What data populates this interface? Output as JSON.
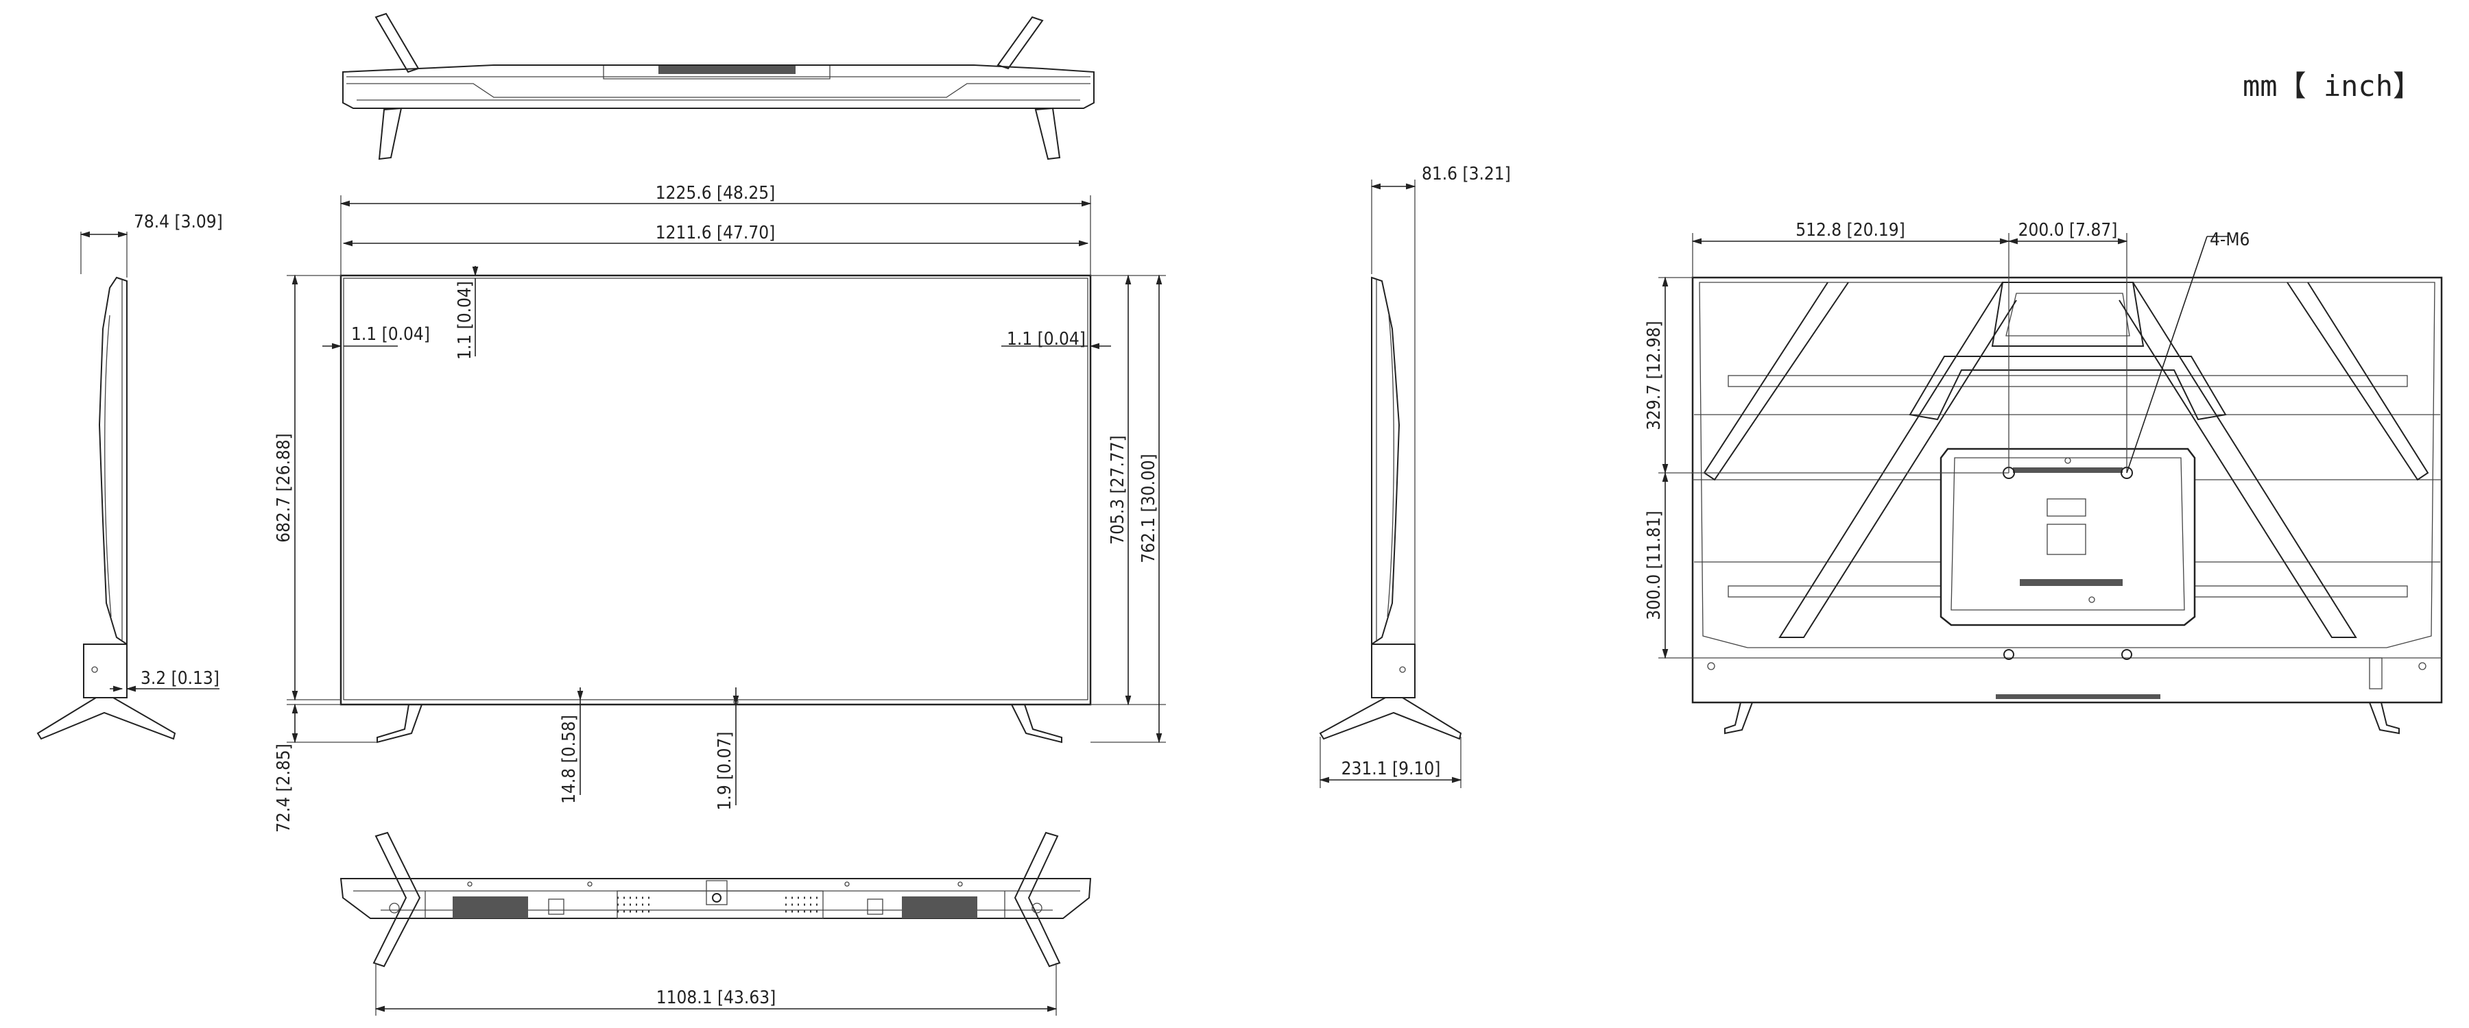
{
  "units_label": "mm【 inch】",
  "dimensions": {
    "overall_width": "1225.6 [48.25]",
    "screen_width": "1211.6 [47.70]",
    "bezel_left": "1.1 [0.04]",
    "bezel_top": "1.1 [0.04]",
    "bezel_right": "1.1 [0.04]",
    "screen_height": "682.7 [26.88]",
    "panel_height": "705.3 [27.77]",
    "total_height": "762.1 [30.00]",
    "stand_height": "72.4 [2.85]",
    "bottom_bezel": "14.8 [0.58]",
    "bottom_gap": "1.9 [0.07]",
    "depth_left": "78.4 [3.09]",
    "thin_depth": "3.2 [0.13]",
    "depth_right": "81.6 [3.21]",
    "stand_depth": "231.1 [9.10]",
    "stand_span": "1108.1 [43.63]",
    "vesa_offset": "512.8 [20.19]",
    "vesa_width": "200.0 [7.87]",
    "mount_spec": "4-M6",
    "rear_upper": "329.7 [12.98]",
    "rear_lower": "300.0 [11.81]"
  }
}
